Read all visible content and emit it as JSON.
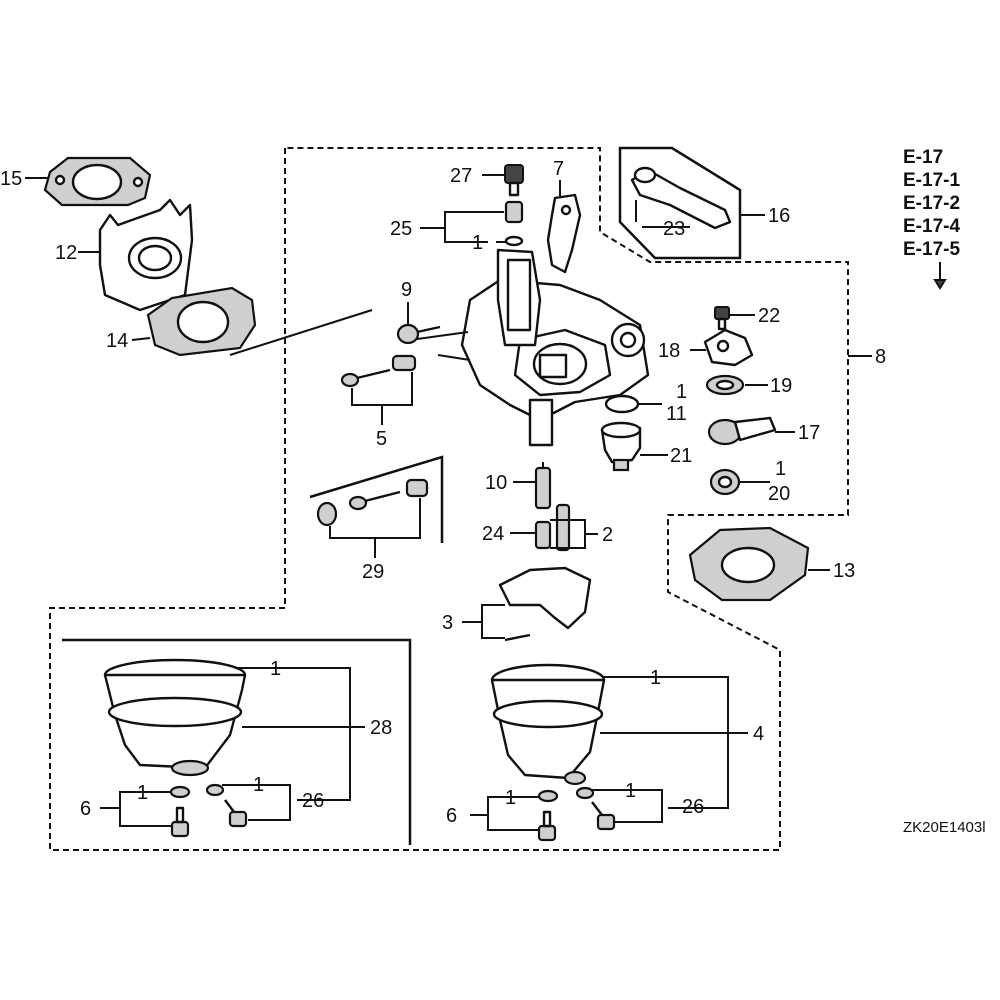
{
  "diagram_code": "ZK20E1403l",
  "reference_codes": [
    "E-17",
    "E-17-1",
    "E-17-2",
    "E-17-4",
    "E-17-5"
  ],
  "callouts": {
    "c15": "15",
    "c12": "12",
    "c14": "14",
    "c27": "27",
    "c25": "25",
    "c1_a": "1",
    "c7": "7",
    "c23": "23",
    "c16": "16",
    "c9": "9",
    "c5": "5",
    "c22": "22",
    "c18": "18",
    "c19": "19",
    "c1_b": "1",
    "c11": "11",
    "c8": "8",
    "c17": "17",
    "c21": "21",
    "c1_c": "1",
    "c20": "20",
    "c10": "10",
    "c24": "24",
    "c2": "2",
    "c29": "29",
    "c13": "13",
    "c3": "3",
    "c1_d": "1",
    "c28": "28",
    "c6_left": "6",
    "c1_e": "1",
    "c1_f": "1",
    "c26_left": "26",
    "c1_g": "1",
    "c4": "4",
    "c6_right": "6",
    "c1_h": "1",
    "c1_i": "1",
    "c26_right": "26"
  }
}
